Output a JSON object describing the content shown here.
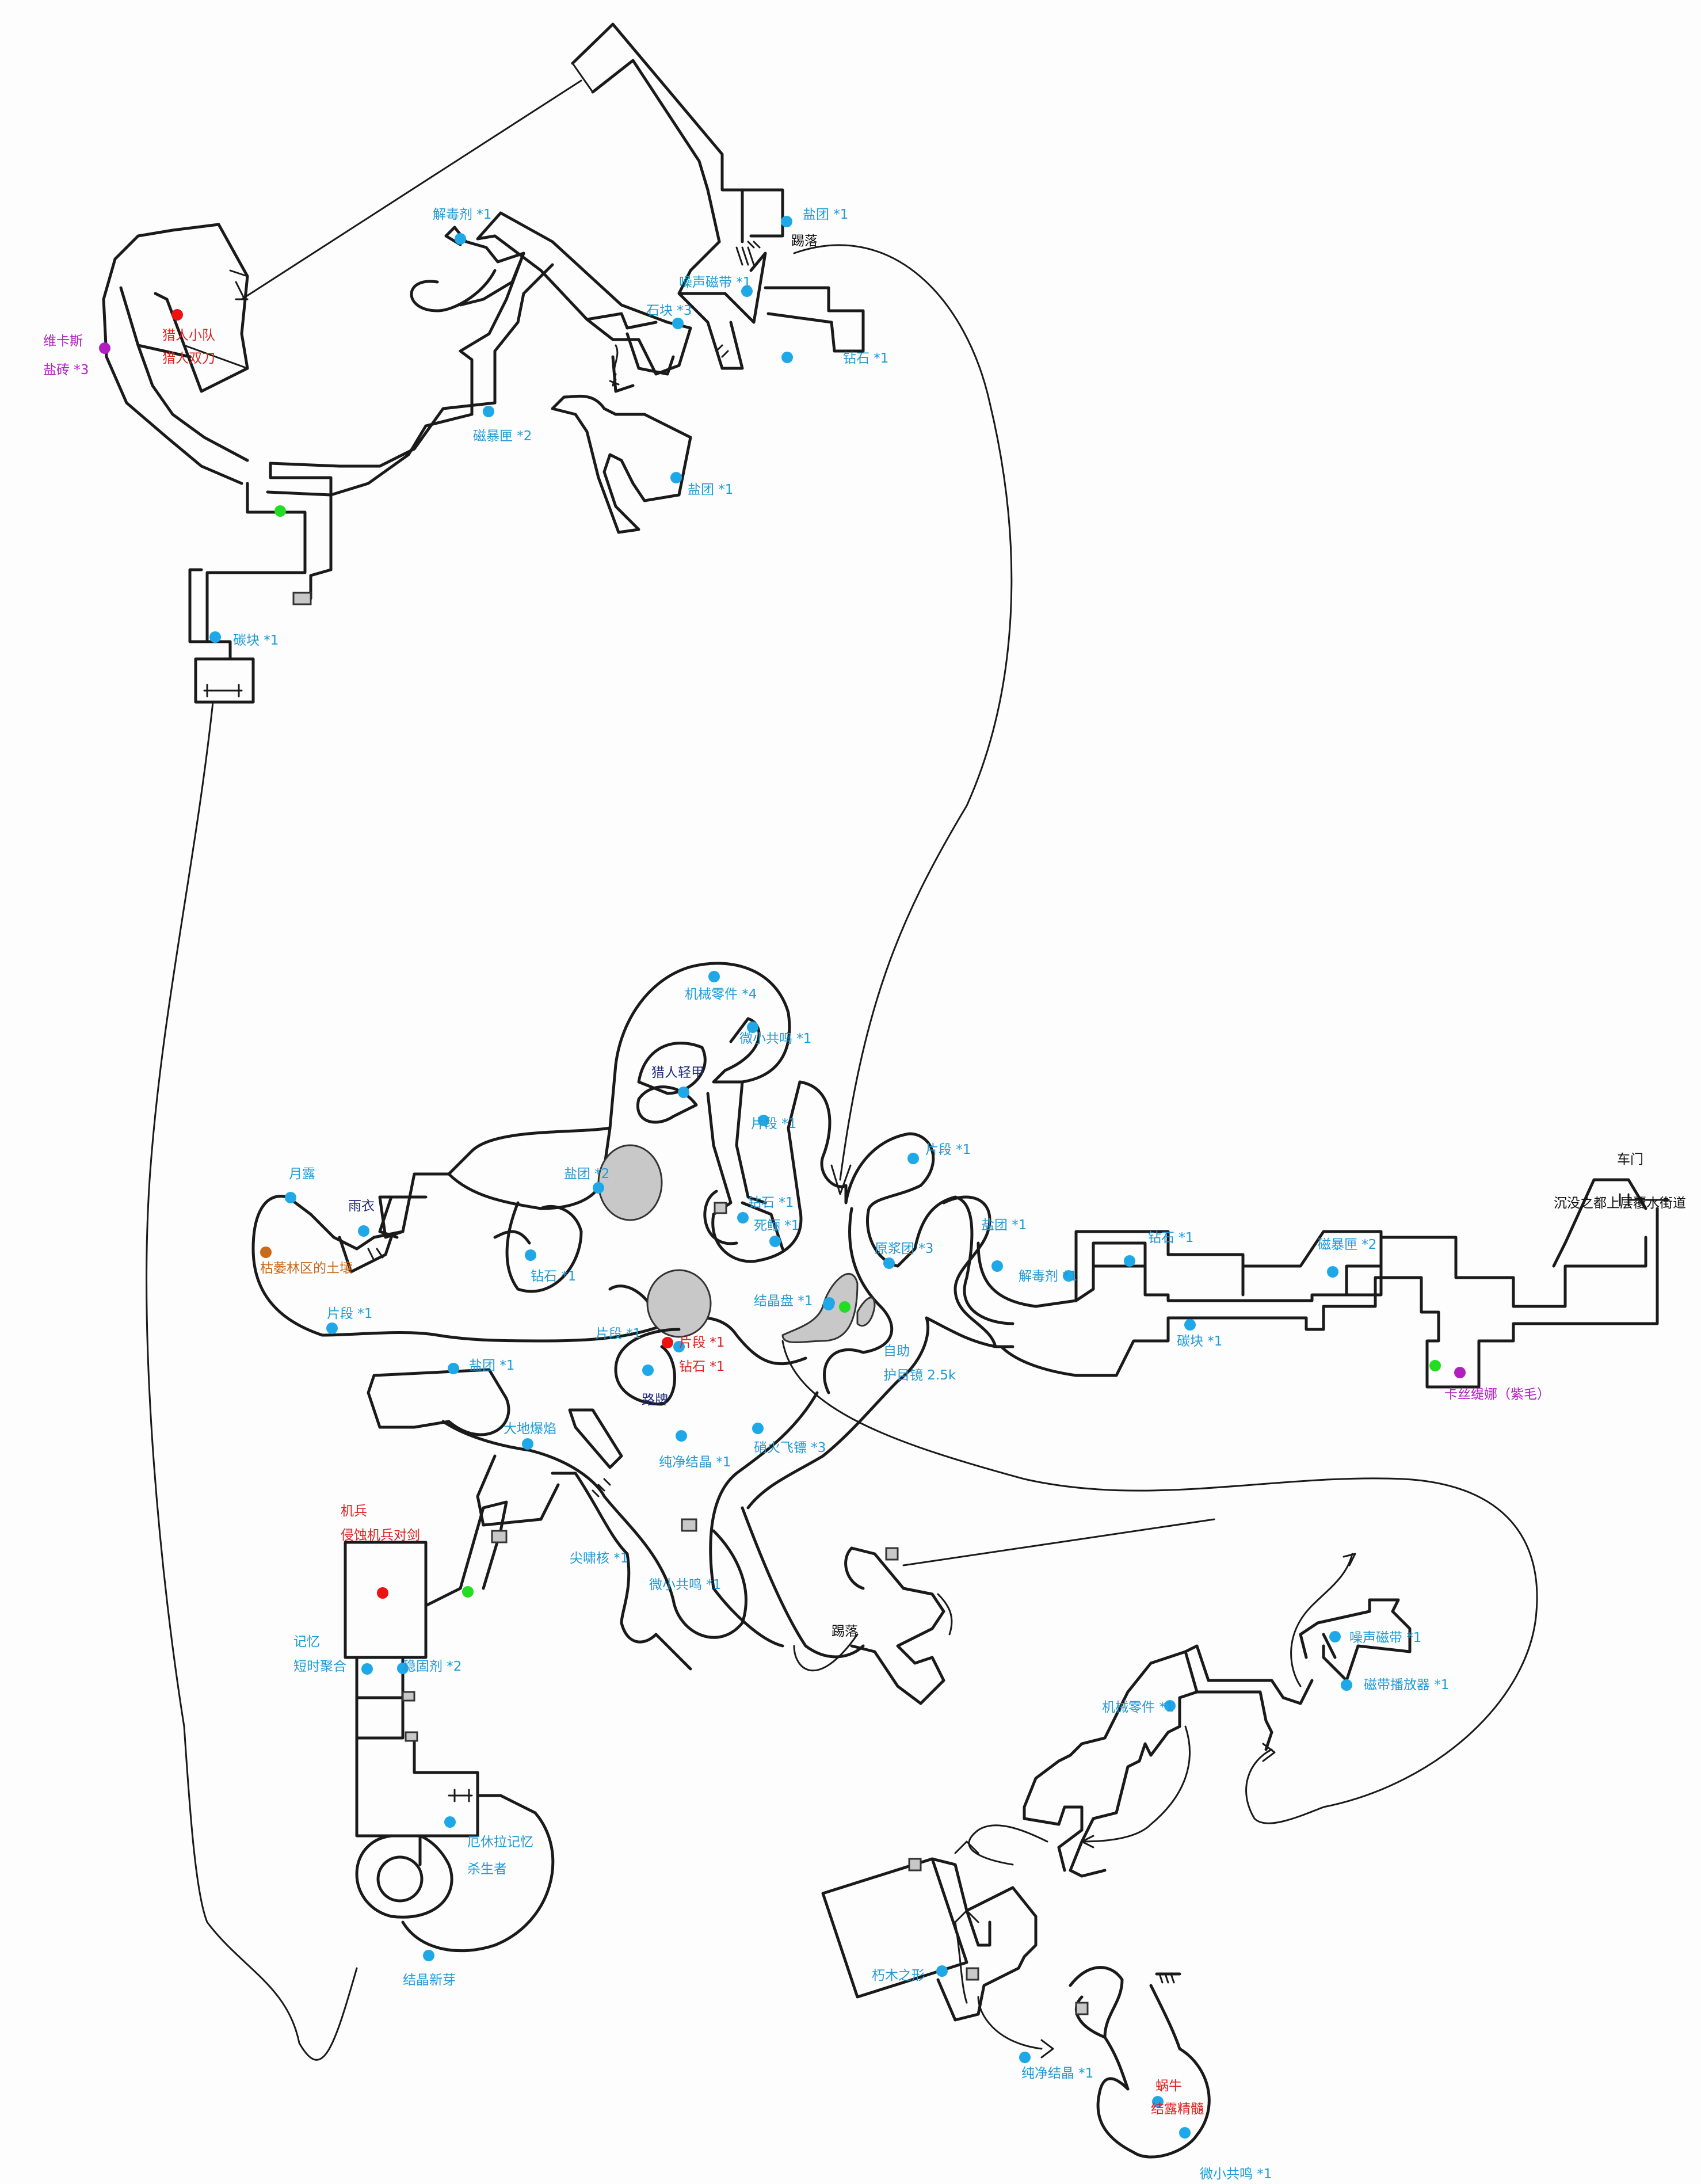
{
  "colors": {
    "item": "#1fa8e8",
    "boss": "#ee1111",
    "bench": "#22dd22",
    "npc": "#b020c0",
    "key": "#c8691c",
    "rock": "#c8c8c8",
    "wall": "#1a1a1a"
  },
  "labels": [
    {
      "id": "l1",
      "text": "解毒剂 *1",
      "color": "blue"
    },
    {
      "id": "l2",
      "text": "盐团 *1",
      "color": "blue"
    },
    {
      "id": "l3",
      "text": "踢落",
      "color": "black"
    },
    {
      "id": "l4",
      "text": "噪声磁带 *1",
      "color": "blue"
    },
    {
      "id": "l5",
      "text": "石块 *3",
      "color": "blue"
    },
    {
      "id": "l6",
      "text": "钻石 *1",
      "color": "blue"
    },
    {
      "id": "l7",
      "text": "维卡斯",
      "color": "purple"
    },
    {
      "id": "l8",
      "text": "盐砖 *3",
      "color": "purple"
    },
    {
      "id": "l9",
      "text": "猎人小队",
      "color": "red"
    },
    {
      "id": "l10",
      "text": "猎人双刀",
      "color": "red"
    },
    {
      "id": "l11",
      "text": "磁暴匣 *2",
      "color": "blue"
    },
    {
      "id": "l12",
      "text": "盐团 *1",
      "color": "blue"
    },
    {
      "id": "l13",
      "text": "碳块 *1",
      "color": "blue"
    },
    {
      "id": "l14",
      "text": "机械零件 *4",
      "color": "blue"
    },
    {
      "id": "l15",
      "text": "微小共鸣 *1",
      "color": "blue"
    },
    {
      "id": "l16",
      "text": "猎人轻甲",
      "color": "navy"
    },
    {
      "id": "l17",
      "text": "片段 *1",
      "color": "blue"
    },
    {
      "id": "l18",
      "text": "片段 *1",
      "color": "blue"
    },
    {
      "id": "l19",
      "text": "盐团 *2",
      "color": "blue"
    },
    {
      "id": "l20",
      "text": "钻石 *1",
      "color": "blue"
    },
    {
      "id": "l21",
      "text": "死鲡 *1",
      "color": "blue"
    },
    {
      "id": "l22",
      "text": "盐团 *1",
      "color": "blue"
    },
    {
      "id": "l23",
      "text": "月露",
      "color": "blue"
    },
    {
      "id": "l24",
      "text": "雨衣",
      "color": "navy"
    },
    {
      "id": "l25",
      "text": "枯萎林区的土壤",
      "color": "orange"
    },
    {
      "id": "l26",
      "text": "钻石 *1",
      "color": "blue"
    },
    {
      "id": "l27",
      "text": "片段 *1",
      "color": "blue"
    },
    {
      "id": "l28",
      "text": "原浆团 *3",
      "color": "blue"
    },
    {
      "id": "l29",
      "text": "解毒剂 *1",
      "color": "blue"
    },
    {
      "id": "l30",
      "text": "钻石 *1",
      "color": "blue"
    },
    {
      "id": "l31",
      "text": "磁暴匣 *2",
      "color": "blue"
    },
    {
      "id": "l32",
      "text": "车门",
      "color": "black"
    },
    {
      "id": "l33",
      "text": "沉没之都上层覆水街道",
      "color": "black"
    },
    {
      "id": "l34",
      "text": "结晶盘 *1",
      "color": "blue"
    },
    {
      "id": "l35",
      "text": "碳块 *1",
      "color": "blue"
    },
    {
      "id": "l36",
      "text": "片段 *1",
      "color": "blue"
    },
    {
      "id": "l37",
      "text": "片段 *1",
      "color": "red"
    },
    {
      "id": "l38",
      "text": "钻石 *1",
      "color": "red"
    },
    {
      "id": "l39",
      "text": "路牌",
      "color": "navy"
    },
    {
      "id": "l40",
      "text": "自助",
      "color": "blue"
    },
    {
      "id": "l41",
      "text": "护目镜 2.5k",
      "color": "blue"
    },
    {
      "id": "l42",
      "text": "卡丝缇娜（紫毛）",
      "color": "purple"
    },
    {
      "id": "l43",
      "text": "盐团 *1",
      "color": "blue"
    },
    {
      "id": "l44",
      "text": "大地爆焰",
      "color": "blue"
    },
    {
      "id": "l45",
      "text": "纯净结晶 *1",
      "color": "blue"
    },
    {
      "id": "l46",
      "text": "硝火飞镖 *3",
      "color": "blue"
    },
    {
      "id": "l47",
      "text": "机兵",
      "color": "red"
    },
    {
      "id": "l48",
      "text": "侵蚀机兵对剑",
      "color": "red"
    },
    {
      "id": "l49",
      "text": "尖啸核 *1",
      "color": "blue"
    },
    {
      "id": "l50",
      "text": "微小共鸣 *1",
      "color": "blue"
    },
    {
      "id": "l51",
      "text": "踢落",
      "color": "black"
    },
    {
      "id": "l52",
      "text": "记忆",
      "color": "blue"
    },
    {
      "id": "l53",
      "text": "短时聚合",
      "color": "blue"
    },
    {
      "id": "l54",
      "text": "稳固剂 *2",
      "color": "blue"
    },
    {
      "id": "l55",
      "text": "厄休拉记忆",
      "color": "blue"
    },
    {
      "id": "l56",
      "text": "杀生者",
      "color": "blue"
    },
    {
      "id": "l57",
      "text": "结晶新芽",
      "color": "blue"
    },
    {
      "id": "l58",
      "text": "噪声磁带 *1",
      "color": "blue"
    },
    {
      "id": "l59",
      "text": "机械零件 *1",
      "color": "blue"
    },
    {
      "id": "l60",
      "text": "磁带播放器 *1",
      "color": "blue"
    },
    {
      "id": "l61",
      "text": "朽木之形",
      "color": "blue"
    },
    {
      "id": "l62",
      "text": "纯净结晶 *1",
      "color": "blue"
    },
    {
      "id": "l63",
      "text": "蜗牛",
      "color": "red"
    },
    {
      "id": "l64",
      "text": "结露精髓",
      "color": "red"
    },
    {
      "id": "l65",
      "text": "微小共鸣 *1",
      "color": "blue"
    }
  ],
  "markers": [
    {
      "type": "item"
    },
    {
      "type": "item"
    },
    {
      "type": "item"
    },
    {
      "type": "item"
    },
    {
      "type": "item"
    },
    {
      "type": "npc"
    },
    {
      "type": "boss"
    },
    {
      "type": "item"
    },
    {
      "type": "item"
    },
    {
      "type": "bench"
    },
    {
      "type": "item"
    },
    {
      "type": "item"
    },
    {
      "type": "item"
    },
    {
      "type": "item"
    },
    {
      "type": "item"
    },
    {
      "type": "item"
    },
    {
      "type": "item"
    },
    {
      "type": "item"
    },
    {
      "type": "item"
    },
    {
      "type": "item"
    },
    {
      "type": "item"
    },
    {
      "type": "key"
    },
    {
      "type": "item"
    },
    {
      "type": "item"
    },
    {
      "type": "item"
    },
    {
      "type": "item"
    },
    {
      "type": "item"
    },
    {
      "type": "item"
    },
    {
      "type": "item"
    },
    {
      "type": "item"
    },
    {
      "type": "bench"
    },
    {
      "type": "npc"
    },
    {
      "type": "item"
    },
    {
      "type": "bench"
    },
    {
      "type": "item"
    },
    {
      "type": "boss"
    },
    {
      "type": "item"
    },
    {
      "type": "item"
    },
    {
      "type": "item"
    },
    {
      "type": "item"
    },
    {
      "type": "item"
    },
    {
      "type": "boss"
    },
    {
      "type": "bench"
    },
    {
      "type": "item"
    },
    {
      "type": "item"
    },
    {
      "type": "item"
    },
    {
      "type": "item"
    },
    {
      "type": "item"
    },
    {
      "type": "item"
    },
    {
      "type": "item"
    },
    {
      "type": "item"
    },
    {
      "type": "item"
    },
    {
      "type": "item"
    },
    {
      "type": "item"
    },
    {
      "type": "item"
    },
    {
      "type": "boss"
    },
    {
      "type": "item"
    }
  ]
}
